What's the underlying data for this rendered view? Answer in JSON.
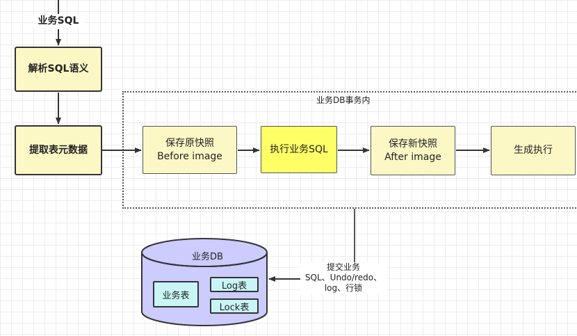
{
  "top_label": "业务SQL",
  "steps": {
    "parse": "解析SQL语义",
    "extract": "提取表元数据"
  },
  "transaction_region": {
    "title": "业务DB事务内",
    "before_image": "保存原快照\nBefore image",
    "execute": "执行业务SQL",
    "after_image": "保存新快照\nAfter image",
    "generate": "生成执行"
  },
  "commit_label": "提交业务\nSQL、Undo/redo、\nlog、行锁",
  "database": {
    "name": "业务DB",
    "business_table": "业务表",
    "log_table": "Log表",
    "lock_table": "Lock表"
  },
  "colors": {
    "step_fill": "#fcf8c6",
    "highlight_fill": "#ffff66",
    "db_fill": "#ccccff",
    "table_fill": "#c9f5f7"
  }
}
